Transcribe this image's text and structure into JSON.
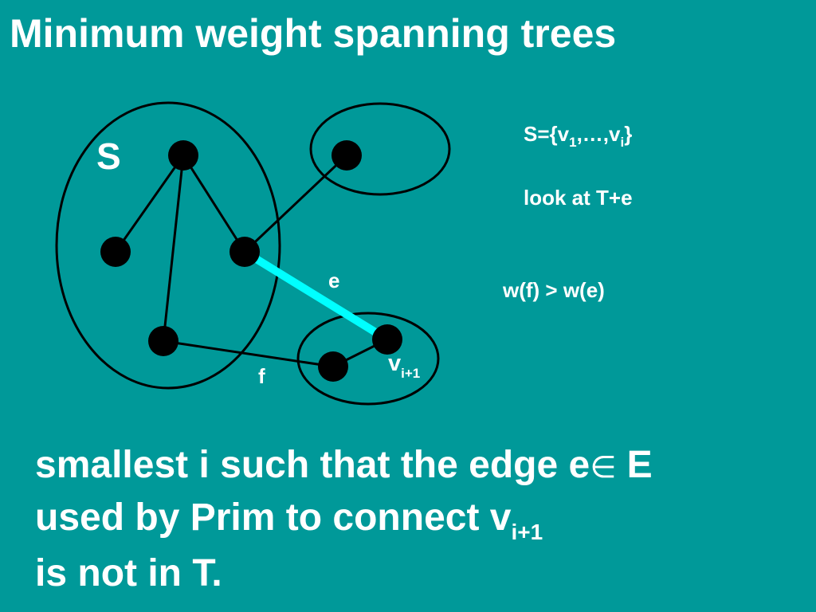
{
  "title": "Minimum weight spanning trees",
  "diagram": {
    "set_label": "S",
    "edge_e_label": "e",
    "edge_f_label": "f",
    "vertex_label": "v",
    "vertex_subscript": "i+1",
    "colors": {
      "background": "#009999",
      "edge_e": "#00ffff",
      "vertices": "#000000",
      "edges": "#000000",
      "text": "#ffffff"
    }
  },
  "side_notes": {
    "set_def_prefix": "S={v",
    "set_def_sub1": "1",
    "set_def_mid": ",…,v",
    "set_def_subi": "i",
    "set_def_suffix": "}",
    "look_at": "look at T+e",
    "weight_compare": "w(f) > w(e)"
  },
  "statement": {
    "line1_a": "smallest i such that the edge e",
    "line1_elem": "∈",
    "line1_b": " E",
    "line2_a": "used by Prim to connect v",
    "line2_sub": "i+1",
    "line3": "is not in T."
  }
}
